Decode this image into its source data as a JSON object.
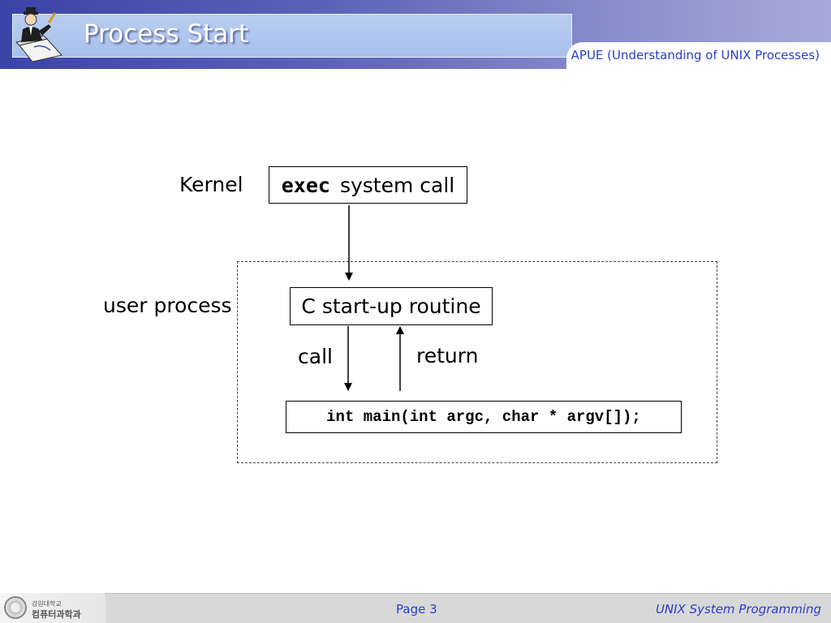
{
  "header": {
    "title": "Process Start",
    "subtitle": "APUE (Understanding of UNIX Processes)"
  },
  "diagram": {
    "kernel_label": "Kernel",
    "exec_box": {
      "keyword": "exec",
      "text": "system call"
    },
    "user_process_label": "user process",
    "startup_box": "C start-up routine",
    "call_label": "call",
    "return_label": "return",
    "main_box": "int main(int argc, char * argv[]);"
  },
  "footer": {
    "school_line1": "강원대학교",
    "school_line2": "컴퓨터과학과",
    "page": "Page 3",
    "course": "UNIX System Programming"
  },
  "colors": {
    "header_band": "#3c43a8",
    "title_panel": "#a7c0ec",
    "accent_text": "#2b3ec8",
    "footer": "#d8d8d8"
  },
  "icons": [
    "teacher-at-desk-icon",
    "university-seal-icon"
  ]
}
